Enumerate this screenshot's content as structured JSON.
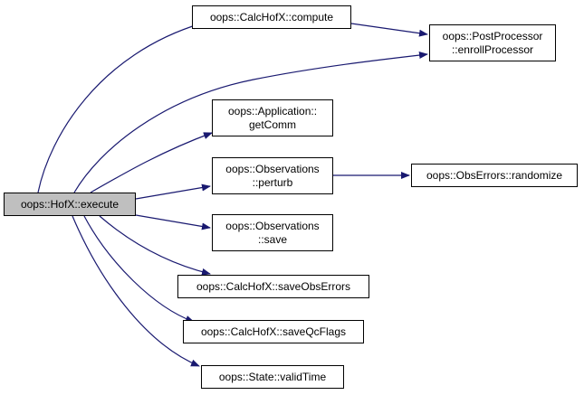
{
  "colors": {
    "edge": "#191970",
    "root_fill": "#bfbfbf",
    "node_fill": "#ffffff",
    "border": "#000000"
  },
  "nodes": {
    "execute": {
      "lines": [
        "oops::HofX::execute"
      ]
    },
    "compute": {
      "lines": [
        "oops::CalcHofX::compute"
      ]
    },
    "enroll": {
      "lines": [
        "oops::PostProcessor",
        "::enrollProcessor"
      ]
    },
    "getcomm": {
      "lines": [
        "oops::Application::",
        "getComm"
      ]
    },
    "perturb": {
      "lines": [
        "oops::Observations",
        "::perturb"
      ]
    },
    "randomize": {
      "lines": [
        "oops::ObsErrors::randomize"
      ]
    },
    "save": {
      "lines": [
        "oops::Observations",
        "::save"
      ]
    },
    "saveobserrors": {
      "lines": [
        "oops::CalcHofX::saveObsErrors"
      ]
    },
    "saveqcflags": {
      "lines": [
        "oops::CalcHofX::saveQcFlags"
      ]
    },
    "validtime": {
      "lines": [
        "oops::State::validTime"
      ]
    }
  }
}
